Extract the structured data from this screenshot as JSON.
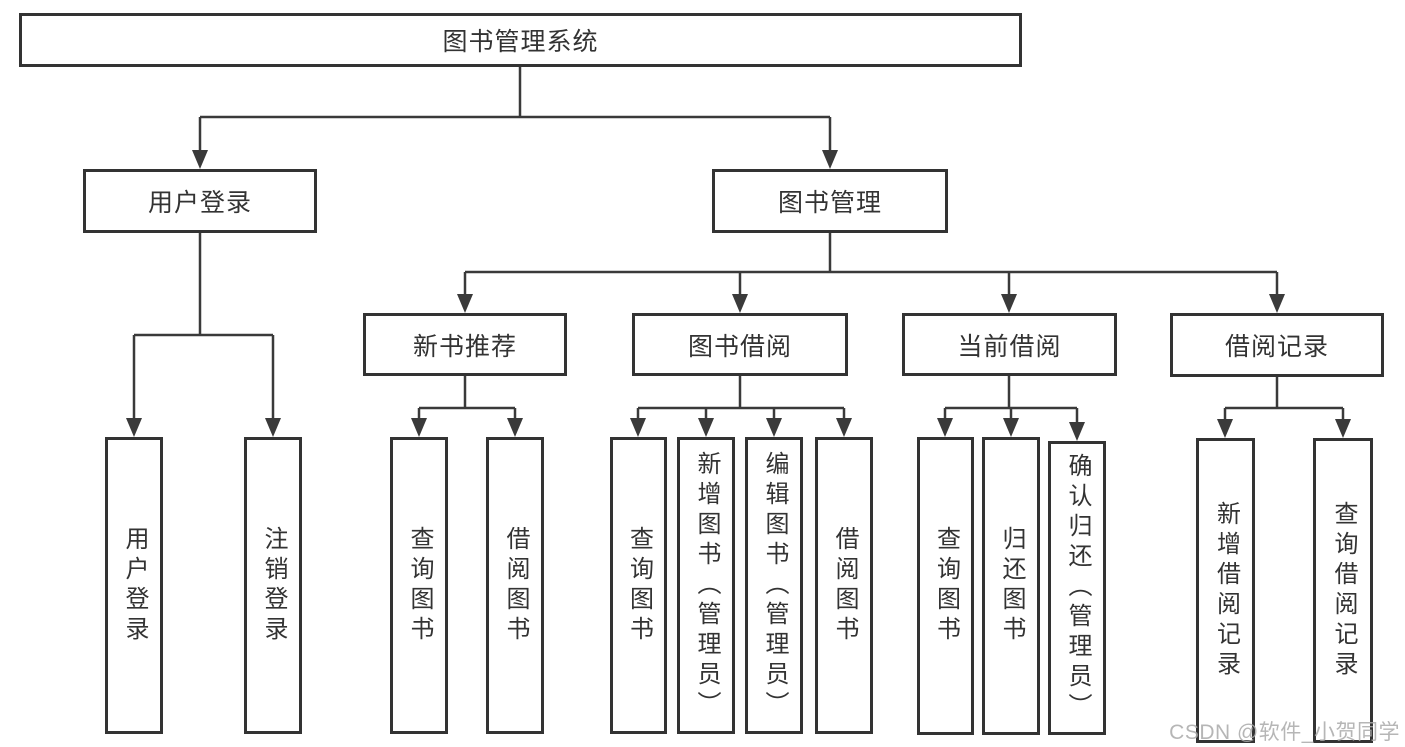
{
  "tree": {
    "label": "图书管理系统",
    "children": [
      {
        "label": "用户登录",
        "children": [
          {
            "label": "用户登录"
          },
          {
            "label": "注销登录"
          }
        ]
      },
      {
        "label": "图书管理",
        "children": [
          {
            "label": "新书推荐",
            "children": [
              {
                "label": "查询图书"
              },
              {
                "label": "借阅图书"
              }
            ]
          },
          {
            "label": "图书借阅",
            "children": [
              {
                "label": "查询图书"
              },
              {
                "label": "新增图书（管理员）"
              },
              {
                "label": "编辑图书（管理员）"
              },
              {
                "label": "借阅图书"
              }
            ]
          },
          {
            "label": "当前借阅",
            "children": [
              {
                "label": "查询图书"
              },
              {
                "label": "归还图书"
              },
              {
                "label": "确认归还（管理员）"
              }
            ]
          },
          {
            "label": "借阅记录",
            "children": [
              {
                "label": "新增借阅记录"
              },
              {
                "label": "查询借阅记录"
              }
            ]
          }
        ]
      }
    ]
  },
  "watermark": "CSDN @软件_小贺同学",
  "colors": {
    "line": "#3a3a3a",
    "border": "#333333",
    "text": "#333333",
    "watermark": "#aaaaaa",
    "background": "#ffffff"
  }
}
